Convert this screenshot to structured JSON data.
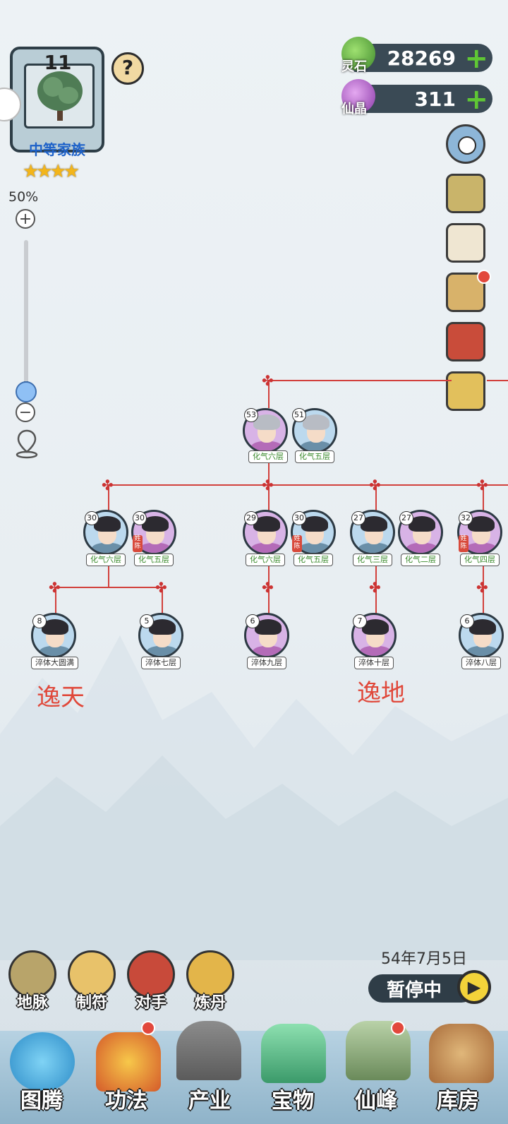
{
  "family": {
    "level": "11",
    "tier": "中等家族",
    "stars": "★★★★",
    "help": "?"
  },
  "zoom": {
    "percent": "50%",
    "plus": "+",
    "minus": "−",
    "level": 0.08
  },
  "currency": [
    {
      "label": "灵石",
      "value": "28269",
      "plus": "+"
    },
    {
      "label": "仙晶",
      "value": "311",
      "plus": "+"
    }
  ],
  "tree": {
    "gen1": [
      {
        "age": "53",
        "rank": "化气六层"
      },
      {
        "age": "51",
        "rank": "化气五层"
      }
    ],
    "gen2": [
      {
        "age": "30",
        "rank": "化气六层"
      },
      {
        "age": "30",
        "rank": "化气五层",
        "seal": "姓陈"
      },
      {
        "age": "29",
        "rank": "化气六层"
      },
      {
        "age": "30",
        "rank": "化气五层",
        "seal": "姓陈"
      },
      {
        "age": "27",
        "rank": "化气三层"
      },
      {
        "age": "27",
        "rank": "化气二层"
      },
      {
        "age": "32",
        "rank": "化气四层",
        "seal": "姓陈"
      }
    ],
    "gen3": [
      {
        "age": "8",
        "rank": "淬体大圆满"
      },
      {
        "age": "5",
        "rank": "淬体七层"
      },
      {
        "age": "6",
        "rank": "淬体九层"
      },
      {
        "age": "7",
        "rank": "淬体十层"
      },
      {
        "age": "6",
        "rank": "淬体八层"
      }
    ],
    "annotations": [
      "逸天",
      "逸地"
    ]
  },
  "time": {
    "date": "54年7月5日",
    "status": "暂停中",
    "play": "▶"
  },
  "features": [
    "地脉",
    "制符",
    "对手",
    "炼丹"
  ],
  "nav": [
    "图腾",
    "功法",
    "产业",
    "宝物",
    "仙峰",
    "库房"
  ]
}
